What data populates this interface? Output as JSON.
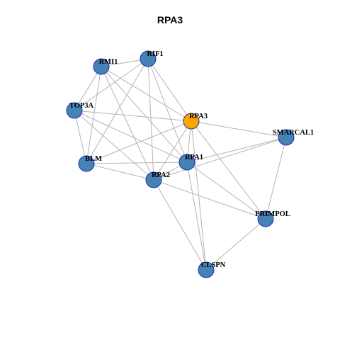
{
  "title": "RPA3",
  "colors": {
    "default_node": "#4682b4",
    "highlight_node": "#ffa500",
    "node_border": "#1a2fb8",
    "edge": "#b4b4b4"
  },
  "nodes": [
    {
      "id": "RMI1",
      "label": "RMI1",
      "highlight": false
    },
    {
      "id": "RIF1",
      "label": "RIF1",
      "highlight": false
    },
    {
      "id": "TOP3A",
      "label": "TOP3A",
      "highlight": false
    },
    {
      "id": "RPA3",
      "label": "RPA3",
      "highlight": true
    },
    {
      "id": "SMARCAL1",
      "label": "SMARCAL1",
      "highlight": false
    },
    {
      "id": "BLM",
      "label": "BLM",
      "highlight": false
    },
    {
      "id": "RPA1",
      "label": "RPA1",
      "highlight": false
    },
    {
      "id": "RPA2",
      "label": "RPA2",
      "highlight": false
    },
    {
      "id": "PRIMPOL",
      "label": "PRIMPOL",
      "highlight": false
    },
    {
      "id": "CLSPN",
      "label": "CLSPN",
      "highlight": false
    }
  ],
  "edges": [
    [
      "RMI1",
      "RIF1"
    ],
    [
      "RMI1",
      "TOP3A"
    ],
    [
      "RMI1",
      "BLM"
    ],
    [
      "RMI1",
      "RPA3"
    ],
    [
      "RMI1",
      "RPA1"
    ],
    [
      "RMI1",
      "RPA2"
    ],
    [
      "RIF1",
      "TOP3A"
    ],
    [
      "RIF1",
      "BLM"
    ],
    [
      "RIF1",
      "RPA3"
    ],
    [
      "RIF1",
      "RPA1"
    ],
    [
      "RIF1",
      "RPA2"
    ],
    [
      "TOP3A",
      "BLM"
    ],
    [
      "TOP3A",
      "RPA3"
    ],
    [
      "TOP3A",
      "RPA1"
    ],
    [
      "TOP3A",
      "RPA2"
    ],
    [
      "RPA3",
      "SMARCAL1"
    ],
    [
      "RPA3",
      "BLM"
    ],
    [
      "RPA3",
      "RPA1"
    ],
    [
      "RPA3",
      "RPA2"
    ],
    [
      "RPA3",
      "PRIMPOL"
    ],
    [
      "RPA3",
      "CLSPN"
    ],
    [
      "SMARCAL1",
      "RPA1"
    ],
    [
      "SMARCAL1",
      "RPA2"
    ],
    [
      "SMARCAL1",
      "PRIMPOL"
    ],
    [
      "BLM",
      "RPA1"
    ],
    [
      "BLM",
      "RPA2"
    ],
    [
      "RPA1",
      "RPA2"
    ],
    [
      "RPA1",
      "PRIMPOL"
    ],
    [
      "RPA1",
      "CLSPN"
    ],
    [
      "RPA2",
      "PRIMPOL"
    ],
    [
      "RPA2",
      "CLSPN"
    ],
    [
      "PRIMPOL",
      "CLSPN"
    ]
  ]
}
